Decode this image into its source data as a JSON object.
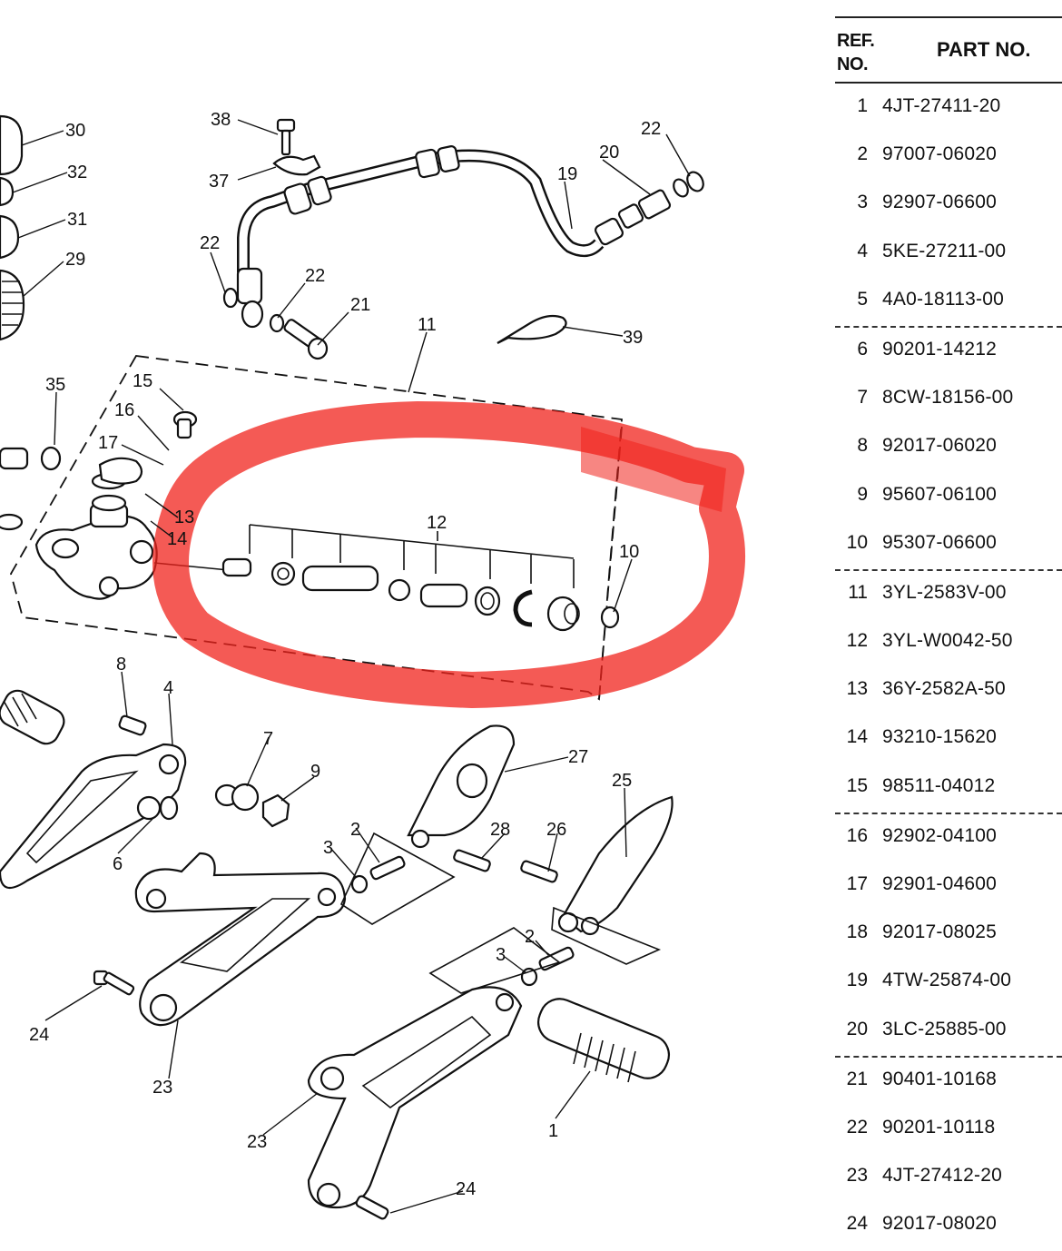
{
  "callouts": [
    "30",
    "32",
    "31",
    "29",
    "38",
    "37",
    "22",
    "22",
    "22",
    "21",
    "11",
    "20",
    "19",
    "22",
    "39",
    "35",
    "15",
    "16",
    "17",
    "13",
    "14",
    "12",
    "10",
    "8",
    "4",
    "7",
    "9",
    "27",
    "25",
    "6",
    "3",
    "2",
    "28",
    "26",
    "2",
    "3",
    "24",
    "23",
    "23",
    "1",
    "24"
  ],
  "table": {
    "header_ref_line1": "REF.",
    "header_ref_line2": "NO.",
    "header_part": "PART NO.",
    "rows": [
      {
        "ref": "1",
        "part": "4JT-27411-20"
      },
      {
        "ref": "2",
        "part": "97007-06020"
      },
      {
        "ref": "3",
        "part": "92907-06600"
      },
      {
        "ref": "4",
        "part": "5KE-27211-00"
      },
      {
        "ref": "5",
        "part": "4A0-18113-00"
      },
      {
        "ref": "6",
        "part": "90201-14212"
      },
      {
        "ref": "7",
        "part": "8CW-18156-00"
      },
      {
        "ref": "8",
        "part": "92017-06020"
      },
      {
        "ref": "9",
        "part": "95607-06100"
      },
      {
        "ref": "10",
        "part": "95307-06600"
      },
      {
        "ref": "11",
        "part": "3YL-2583V-00"
      },
      {
        "ref": "12",
        "part": "3YL-W0042-50"
      },
      {
        "ref": "13",
        "part": "36Y-2582A-50"
      },
      {
        "ref": "14",
        "part": "93210-15620"
      },
      {
        "ref": "15",
        "part": "98511-04012"
      },
      {
        "ref": "16",
        "part": "92902-04100"
      },
      {
        "ref": "17",
        "part": "92901-04600"
      },
      {
        "ref": "18",
        "part": "92017-08025"
      },
      {
        "ref": "19",
        "part": "4TW-25874-00"
      },
      {
        "ref": "20",
        "part": "3LC-25885-00"
      },
      {
        "ref": "21",
        "part": "90401-10168"
      },
      {
        "ref": "22",
        "part": "90201-10118"
      },
      {
        "ref": "23",
        "part": "4JT-27412-20"
      },
      {
        "ref": "24",
        "part": "92017-08020"
      }
    ],
    "separator_before_rows": [
      6,
      11,
      16,
      21
    ]
  },
  "highlight": {
    "color": "#f0231c",
    "shape": "freehand-ellipse",
    "encloses": "part 12 kit"
  }
}
